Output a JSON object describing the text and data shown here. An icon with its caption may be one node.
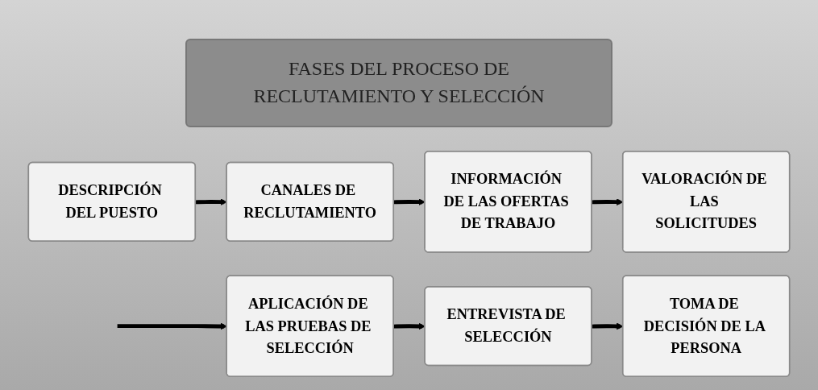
{
  "diagram": {
    "title": "FASES DEL PROCESO DE RECLUTAMIENTO Y SELECCIÓN",
    "nodes": [
      {
        "text": [
          "DESCRIPCIÓN DEL PUESTO"
        ]
      },
      {
        "text": [
          "CANALES DE RECLUTAMIENTO"
        ]
      },
      {
        "text": [
          "INFORMACIÓN DE LAS OFERTAS DE TRABAJO"
        ]
      },
      {
        "text": [
          "VALORACIÓN DE LAS SOLICITUDES"
        ]
      },
      {
        "text": [
          "APLICACIÓN DE LAS PRUEBAS DE SELECCIÓN"
        ]
      },
      {
        "text": [
          "ENTREVISTA DE SELECCIÓN"
        ]
      },
      {
        "text": [
          "TOMA DE DECISIÓN DE LA PERSONA"
        ]
      }
    ],
    "edges": [
      {
        "from": 0,
        "to": 1,
        "arrow": "to"
      },
      {
        "from": 1,
        "to": 2,
        "arrow": "to"
      },
      {
        "from": 2,
        "to": 3,
        "arrow": "to"
      },
      {
        "from": null,
        "to": 4,
        "arrow": "to"
      },
      {
        "from": 4,
        "to": 5,
        "arrow": "to"
      },
      {
        "from": 5,
        "to": 6,
        "arrow": "to"
      }
    ]
  }
}
